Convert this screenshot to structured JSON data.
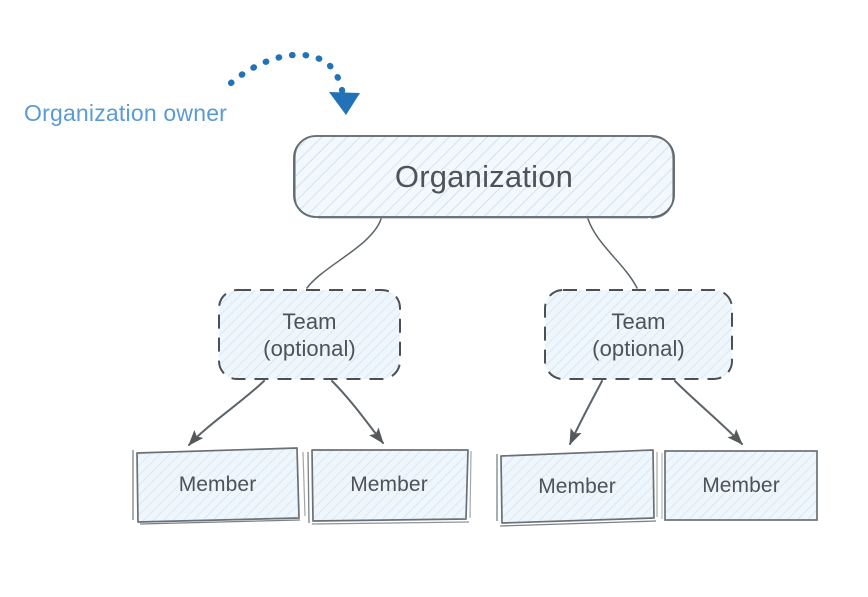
{
  "diagram": {
    "title_text": "Organization owner",
    "style": "hand-drawn sketch",
    "colors": {
      "node_fill": "#eef5fb",
      "node_stroke": "#5a6369",
      "hatch": "#bcd6ec",
      "text": "#4d5356",
      "annotation_blue": "#5b9bd5",
      "arrow_blue": "#2272b8",
      "connector": "#5a6369",
      "background": "#ffffff"
    },
    "annotation": {
      "label": "Organization owner",
      "arrow_name": "dotted-curved-arrow",
      "arrow_style": "dotted",
      "arrow_color": "#2272b8",
      "points_to": "Organization"
    },
    "nodes": {
      "organization": {
        "label": "Organization",
        "shape": "rounded-rectangle",
        "border": "solid"
      },
      "teams": [
        {
          "id": "team-left",
          "line1": "Team",
          "line2": "(optional)",
          "shape": "rounded-rectangle",
          "border": "dashed"
        },
        {
          "id": "team-right",
          "line1": "Team",
          "line2": "(optional)",
          "shape": "rounded-rectangle",
          "border": "dashed"
        }
      ],
      "members": [
        {
          "id": "member-1",
          "label": "Member",
          "shape": "rectangle",
          "border": "solid"
        },
        {
          "id": "member-2",
          "label": "Member",
          "shape": "rectangle",
          "border": "solid"
        },
        {
          "id": "member-3",
          "label": "Member",
          "shape": "rectangle",
          "border": "solid"
        },
        {
          "id": "member-4",
          "label": "Member",
          "shape": "rectangle",
          "border": "solid"
        }
      ]
    },
    "edges": [
      {
        "from": "organization",
        "to": "team-left",
        "arrowhead": false
      },
      {
        "from": "organization",
        "to": "team-right",
        "arrowhead": false
      },
      {
        "from": "team-left",
        "to": "member-1",
        "arrowhead": true
      },
      {
        "from": "team-left",
        "to": "member-2",
        "arrowhead": true
      },
      {
        "from": "team-right",
        "to": "member-3",
        "arrowhead": true
      },
      {
        "from": "team-right",
        "to": "member-4",
        "arrowhead": true
      }
    ]
  }
}
